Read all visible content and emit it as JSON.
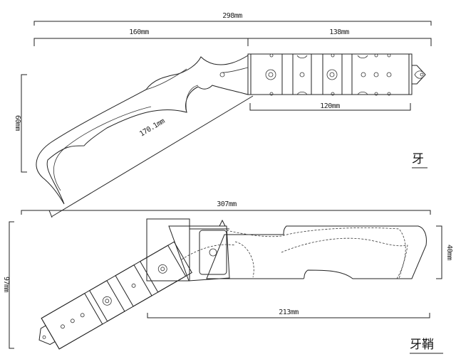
{
  "knife": {
    "title": "牙",
    "overall_length": "298mm",
    "blade_length": "160mm",
    "handle_length": "138mm",
    "grip_length": "120mm",
    "height": "60mm",
    "edge_length": "170.1mm"
  },
  "sheath": {
    "title": "牙鞘",
    "overall_length": "307mm",
    "height": "97mm",
    "body_height": "40mm",
    "body_length": "213mm"
  }
}
